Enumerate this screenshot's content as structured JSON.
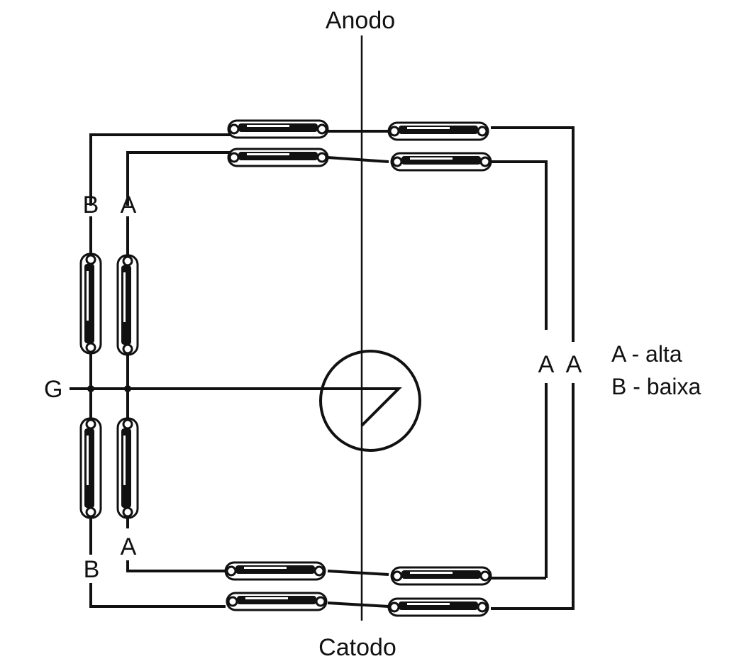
{
  "labels": {
    "anode": "Anodo",
    "cathode": "Catodo",
    "grid": "G",
    "left_top_B": "B",
    "left_top_A": "A",
    "left_bottom_B": "B",
    "left_bottom_A": "A",
    "right_A1": "A",
    "right_A2": "A"
  },
  "legend": {
    "line_a": "A - alta",
    "line_b": "B - baixa"
  }
}
